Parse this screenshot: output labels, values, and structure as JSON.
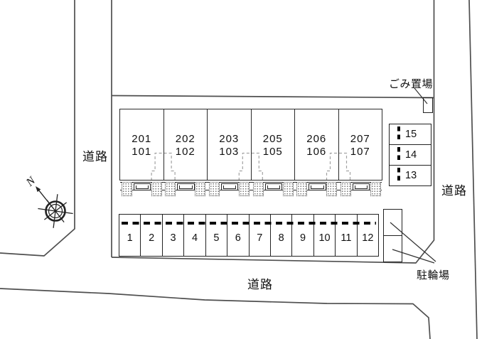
{
  "building": {
    "units": [
      {
        "upper": "201",
        "lower": "101"
      },
      {
        "upper": "202",
        "lower": "102"
      },
      {
        "upper": "203",
        "lower": "103"
      },
      {
        "upper": "205",
        "lower": "105"
      },
      {
        "upper": "206",
        "lower": "106"
      },
      {
        "upper": "207",
        "lower": "107"
      }
    ]
  },
  "parking": {
    "front_row_spaces": [
      "1",
      "2",
      "3",
      "4",
      "5",
      "6",
      "7",
      "8",
      "9",
      "10",
      "11",
      "12"
    ],
    "side_column_spaces": [
      "15",
      "14",
      "13"
    ]
  },
  "labels": {
    "road_left": "道路",
    "road_right": "道路",
    "road_bottom": "道路",
    "garbage": "ごみ置場",
    "bicycle_parking": "駐輪場",
    "north": "N"
  },
  "colors": {
    "background": "#ffffff",
    "building_line": "#2b2b2b",
    "perimeter_line": "#4f4f4f",
    "stair_dash": "#a3a3a3",
    "bold_dash": "#000000",
    "text": "#111111"
  }
}
